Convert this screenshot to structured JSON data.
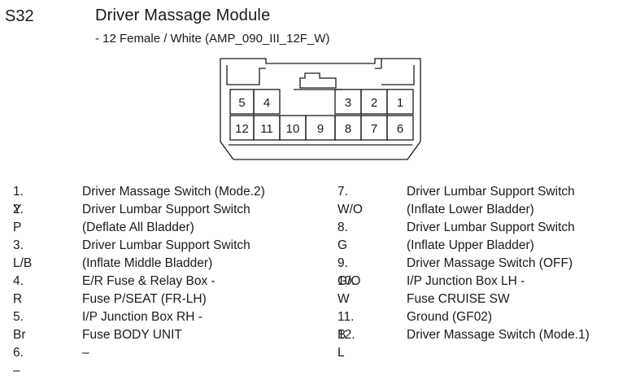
{
  "header": {
    "code": "S32",
    "title": "Driver  Massage Module",
    "subtitle": "- 12 Female / White (AMP_090_III_12F_W)"
  },
  "connector": {
    "top_row": [
      "5",
      "4",
      "",
      "",
      "3",
      "2",
      "1"
    ],
    "bottom_row": [
      "12",
      "11",
      "10",
      "9",
      "8",
      "7",
      "6"
    ]
  },
  "pins": {
    "left": [
      {
        "num": "1. Y",
        "lines": [
          "Driver Massage Switch (Mode.2)"
        ]
      },
      {
        "num": "2. P",
        "lines": [
          "Driver Lumbar Support Switch",
          "(Deflate All Bladder)"
        ]
      },
      {
        "num": "3. L/B",
        "lines": [
          "Driver Lumbar Support Switch",
          "(Inflate Middle Bladder)"
        ]
      },
      {
        "num": "4. R",
        "lines": [
          "E/R Fuse & Relay Box  -",
          "Fuse P/SEAT (FR-LH)"
        ]
      },
      {
        "num": "5. Br",
        "lines": [
          "I/P Junction Box RH -",
          "Fuse BODY UNIT"
        ]
      },
      {
        "num": "6. –",
        "lines": [
          "–"
        ]
      }
    ],
    "right": [
      {
        "num": "7. W/O",
        "lines": [
          "Driver Lumbar Support Switch",
          "(Inflate Lower Bladder)"
        ]
      },
      {
        "num": "8. G",
        "lines": [
          "Driver Lumbar Support Switch",
          "(Inflate Upper Bladder)"
        ]
      },
      {
        "num": "9. G/O",
        "lines": [
          "Driver Massage Switch (OFF)"
        ]
      },
      {
        "num": "10. W",
        "lines": [
          "I/P Junction Box LH -",
          "Fuse CRUISE SW"
        ]
      },
      {
        "num": "11. B",
        "lines": [
          "Ground (GF02)"
        ]
      },
      {
        "num": "12. L",
        "lines": [
          "Driver Massage Switch (Mode.1)"
        ]
      }
    ]
  }
}
